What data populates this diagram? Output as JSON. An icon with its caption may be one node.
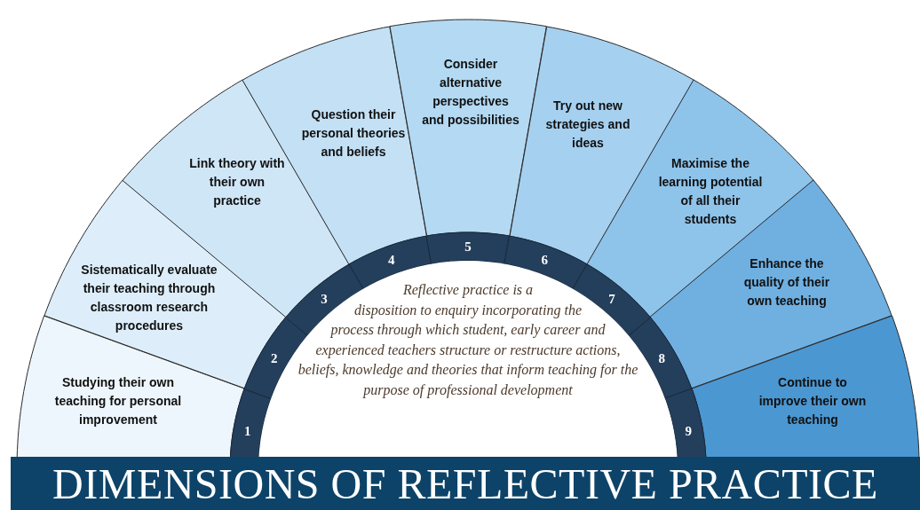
{
  "diagram": {
    "title": "DIMENSIONS OF REFLECTIVE PRACTICE",
    "nodes": [
      {
        "text": [
          "Studying their own teaching for personal improvement"
        ]
      },
      {
        "text": [
          "Sistematically evaluate their teaching through classroom research procedures"
        ]
      },
      {
        "text": [
          "Link theory with their own practice"
        ]
      },
      {
        "text": [
          "Question their personal theories and beliefs"
        ]
      },
      {
        "text": [
          "Consider alternative perspectives and possibilities"
        ]
      },
      {
        "text": [
          "Try out new strategies and ideas"
        ]
      },
      {
        "text": [
          "Maximise the learning potential of all their students"
        ]
      },
      {
        "text": [
          "Enhance the quality of their own teaching"
        ]
      },
      {
        "text": [
          "Continue to improve their own teaching"
        ]
      },
      {
        "text": [
          "1"
        ]
      },
      {
        "text": [
          "2"
        ]
      },
      {
        "text": [
          "3"
        ]
      },
      {
        "text": [
          "4"
        ]
      },
      {
        "text": [
          "5"
        ]
      },
      {
        "text": [
          "6"
        ]
      },
      {
        "text": [
          "7"
        ]
      },
      {
        "text": [
          "8"
        ]
      },
      {
        "text": [
          "9"
        ]
      },
      {
        "text": [
          "Reflective practice is a disposition to enquiry incorporating the process through which student, early career and experienced teachers structure or restructure actions, beliefs, knowledge and theories that inform teaching for the purpose of professional development"
        ]
      }
    ]
  }
}
